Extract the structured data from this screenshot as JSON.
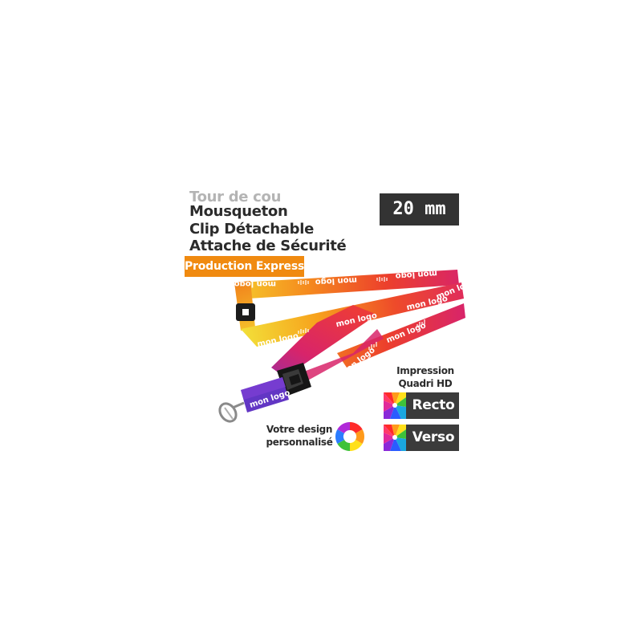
{
  "product": {
    "features": [
      "Tour de cou",
      "Mousqueton",
      "Clip Détachable",
      "Attache de Sécurité"
    ],
    "express_badge": "Production Express",
    "width_badge": "20 mm",
    "impression_label": "Impression Quadri HD",
    "sides": {
      "recto": "Recto",
      "verso": "Verso"
    },
    "design_label": "Votre design personnalisé",
    "strap_print": "mon logo"
  },
  "colors": {
    "express_orange": "#f08a10",
    "dark_badge": "#333333",
    "muted_text": "#b4b4b4",
    "strap_gradient": [
      "#f2e23a",
      "#f59b1c",
      "#ea3c2c",
      "#d8246a",
      "#7a2cc4"
    ]
  },
  "icons": {
    "color_wheel": "color-wheel-icon",
    "spectrum": "spectrum-icon",
    "carabiner": "carabiner-hook-icon",
    "buckle": "detachable-buckle-icon",
    "safety_clip": "safety-breakaway-icon"
  }
}
